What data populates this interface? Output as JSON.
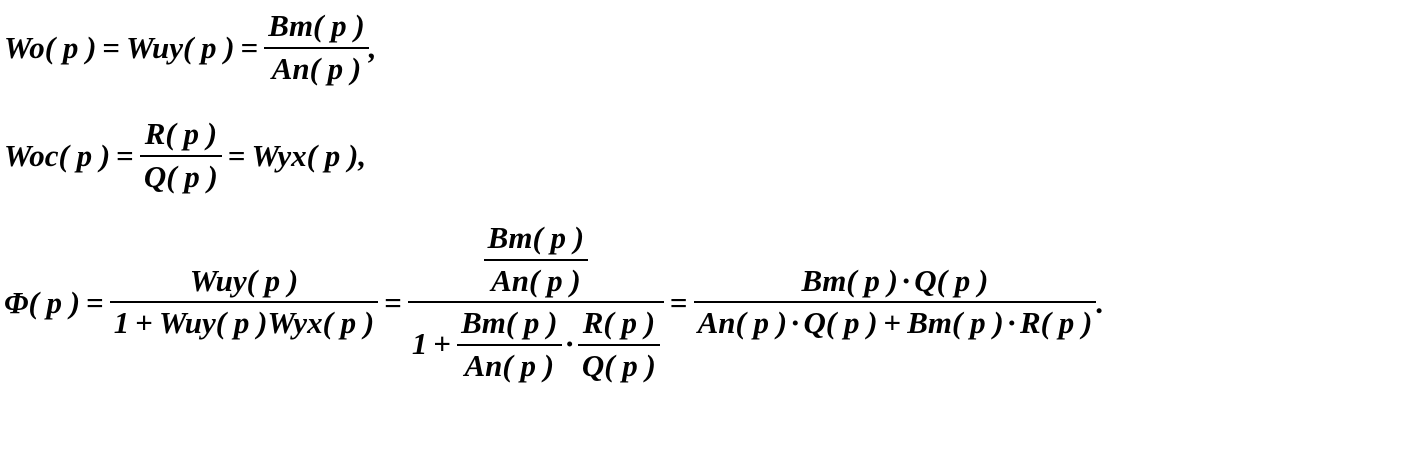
{
  "eq1": {
    "lhs1": "Wo( p )",
    "eqsign1": "=",
    "lhs2": "Wuy( p )",
    "eqsign2": "=",
    "num": "Bm( p )",
    "den": "An( p )",
    "tail": ","
  },
  "eq2": {
    "lhs": "Woc( p )",
    "eqsign1": "=",
    "num": "R( p )",
    "den": "Q( p )",
    "eqsign2": "=",
    "rhs": "Wyx( p ),"
  },
  "eq3": {
    "lhs": "Φ( p )",
    "eqsign1": "=",
    "f1_num": "Wuy( p )",
    "f1_den_one": "1",
    "f1_den_plus": "+",
    "f1_den_rest": "Wuy( p )Wyx( p )",
    "eqsign2": "=",
    "f2_num_num": "Bm( p )",
    "f2_num_den": "An( p )",
    "f2_den_one": "1",
    "f2_den_plus": "+",
    "f2_den_a_num": "Bm( p )",
    "f2_den_a_den": "An( p )",
    "f2_den_dot": "·",
    "f2_den_b_num": "R( p )",
    "f2_den_b_den": "Q( p )",
    "eqsign3": "=",
    "f3_num_a": "Bm( p )",
    "f3_num_dot": "·",
    "f3_num_b": "Q( p )",
    "f3_den_a": "An( p )",
    "f3_den_dot1": "·",
    "f3_den_b": "Q( p )",
    "f3_den_plus": "+",
    "f3_den_c": "Bm( p )",
    "f3_den_dot2": "·",
    "f3_den_d": "R( p )",
    "tail": "."
  }
}
